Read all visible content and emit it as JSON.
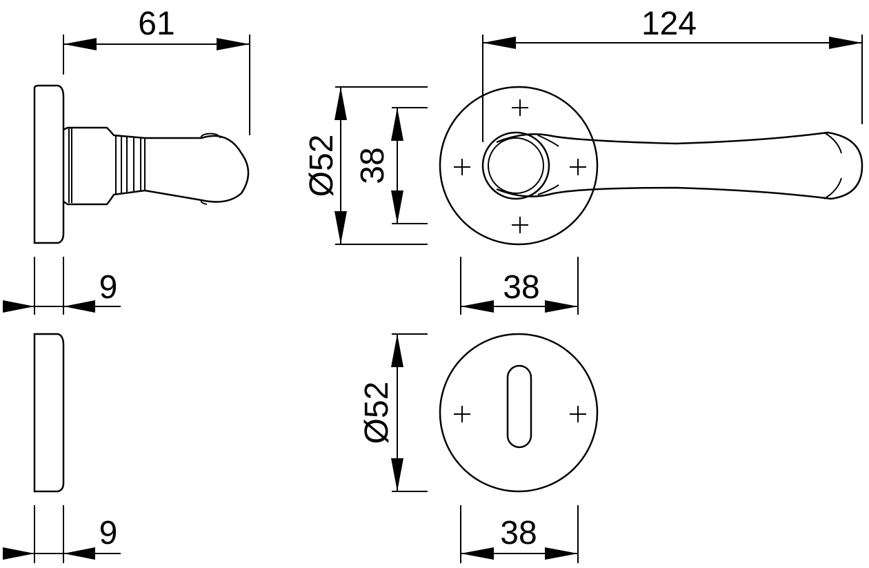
{
  "dimensions": {
    "lever_projection": "61",
    "lever_length": "124",
    "rose_diameter": "Ø52",
    "rose_fixing_spacing": "38",
    "rose_fixing_width": "38",
    "rose_thickness": "9",
    "escutcheon_diameter": "Ø52",
    "escutcheon_fixing_width": "38",
    "escutcheon_thickness": "9"
  },
  "colors": {
    "line": "#000000",
    "background": "#ffffff"
  }
}
